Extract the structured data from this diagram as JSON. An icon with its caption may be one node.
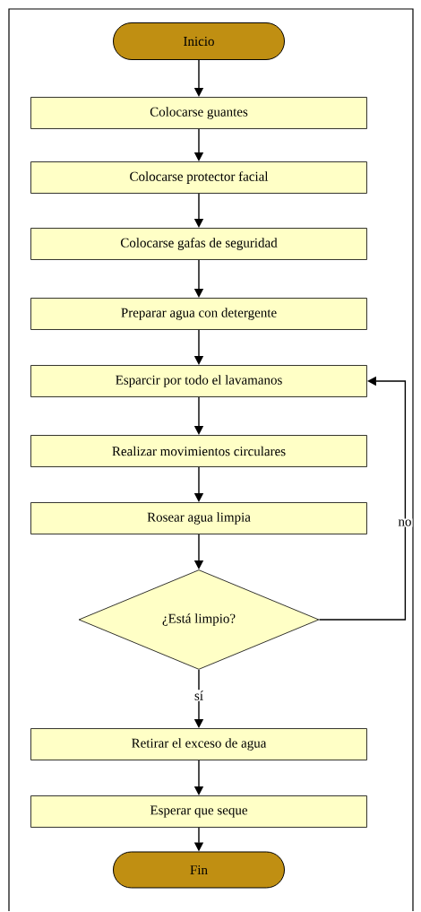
{
  "diagram": {
    "nodes": [
      {
        "text": [
          "Inicio"
        ]
      },
      {
        "text": [
          "Colocarse guantes"
        ]
      },
      {
        "text": [
          "Colocarse protector facial"
        ]
      },
      {
        "text": [
          "Colocarse gafas de seguridad"
        ]
      },
      {
        "text": [
          "Preparar agua con detergente"
        ]
      },
      {
        "text": [
          "Esparcir por todo el lavamanos"
        ]
      },
      {
        "text": [
          "Realizar movimientos circulares"
        ]
      },
      {
        "text": [
          "Rosear agua limpia"
        ]
      },
      {
        "text": [
          "¿Está limpio?"
        ]
      },
      {
        "text": [
          "Retirar el exceso de agua"
        ]
      },
      {
        "text": [
          "Esperar que seque"
        ]
      },
      {
        "text": [
          "Fin"
        ]
      }
    ],
    "edges": [
      {
        "from": 0,
        "to": 1,
        "arrow": "to"
      },
      {
        "from": 1,
        "to": 2,
        "arrow": "to"
      },
      {
        "from": 2,
        "to": 3,
        "arrow": "to"
      },
      {
        "from": 3,
        "to": 4,
        "arrow": "to"
      },
      {
        "from": 4,
        "to": 5,
        "arrow": "to"
      },
      {
        "from": 5,
        "to": 6,
        "arrow": "to"
      },
      {
        "from": 6,
        "to": 7,
        "arrow": "to"
      },
      {
        "from": 7,
        "to": 8,
        "arrow": "to"
      },
      {
        "from": 8,
        "to": 9,
        "arrow": "to",
        "label": "sí"
      },
      {
        "from": 9,
        "to": 10,
        "arrow": "to"
      },
      {
        "from": 10,
        "to": 11,
        "arrow": "to"
      },
      {
        "from": 8,
        "to": 5,
        "arrow": "to",
        "label": "no"
      }
    ]
  }
}
